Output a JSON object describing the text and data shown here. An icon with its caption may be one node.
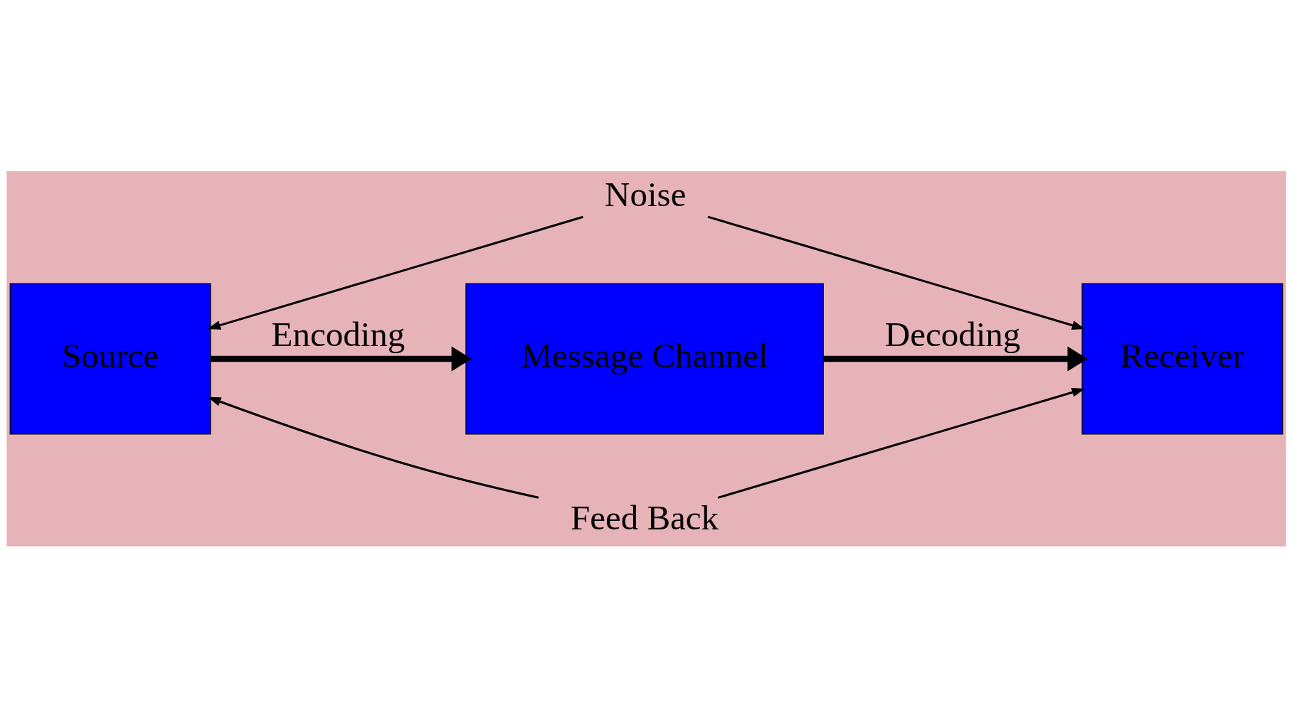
{
  "diagram": {
    "nodes": [
      {
        "text": [
          "Noise"
        ]
      },
      {
        "text": [
          "Source"
        ]
      },
      {
        "text": [
          "Message Channel"
        ]
      },
      {
        "text": [
          "Receiver"
        ]
      },
      {
        "text": [
          "Feed Back"
        ]
      }
    ],
    "edges": [
      {
        "from": 0,
        "to": 1,
        "arrow": "to"
      },
      {
        "from": 0,
        "to": 3,
        "arrow": "to"
      },
      {
        "from": 1,
        "to": 2,
        "arrow": "to",
        "style": "thick",
        "label": "Encoding"
      },
      {
        "from": 2,
        "to": 3,
        "arrow": "to",
        "style": "thick",
        "label": "Decoding"
      },
      {
        "from": 4,
        "to": 1,
        "arrow": "to"
      },
      {
        "from": 4,
        "to": 3,
        "arrow": "to"
      }
    ]
  }
}
